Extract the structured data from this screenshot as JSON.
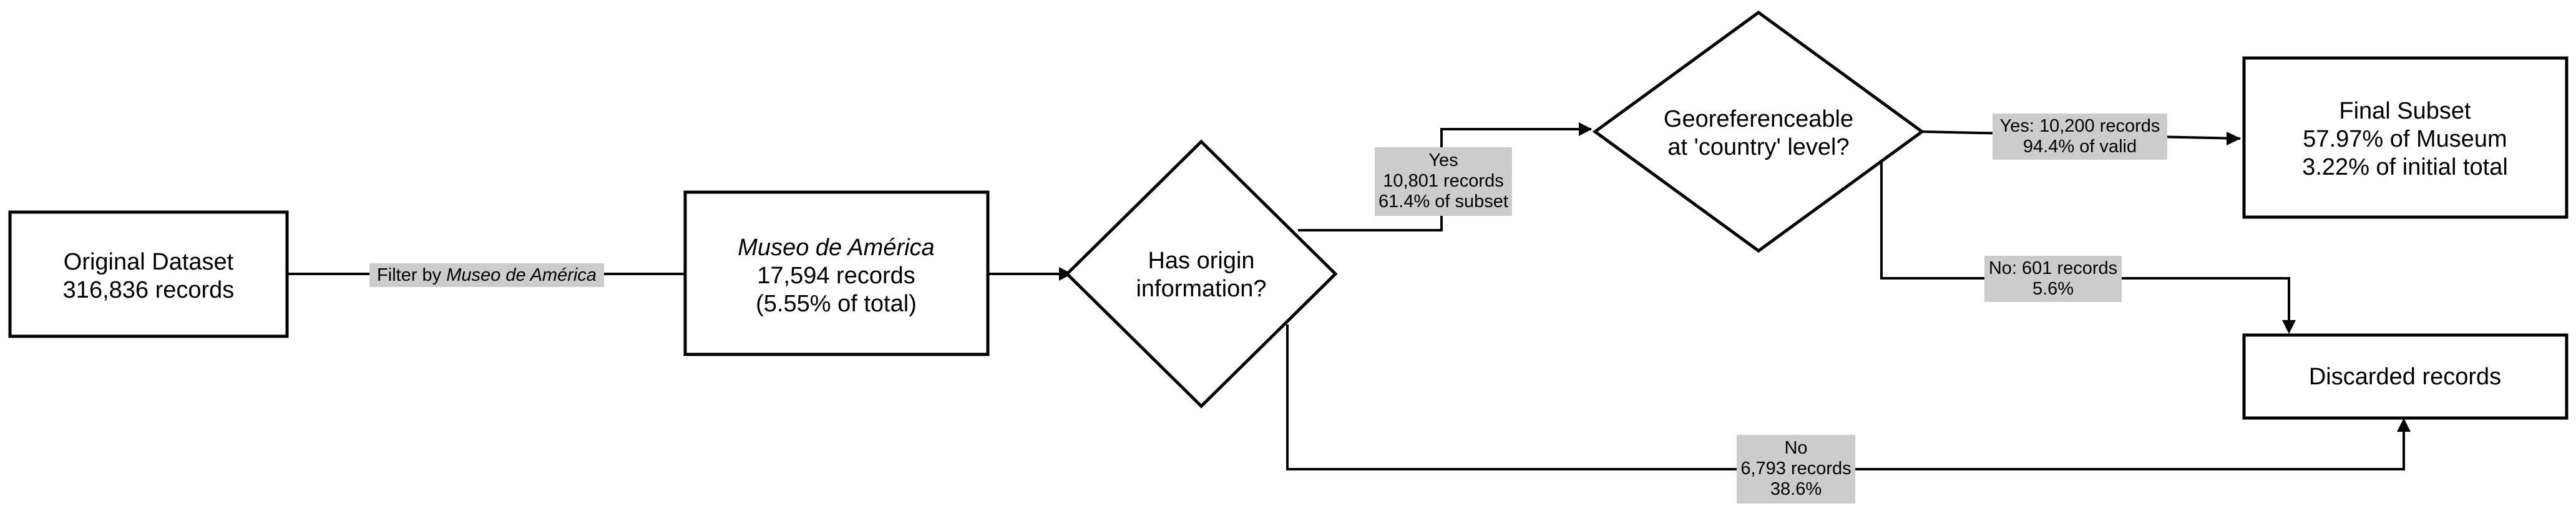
{
  "nodes": {
    "original": {
      "line1": "Original Dataset",
      "line2": "316,836 records"
    },
    "museo": {
      "line1": "Museo de América",
      "line2": "17,594 records",
      "line3": "(5.55% of total)"
    },
    "has_origin": {
      "line1": "Has origin",
      "line2": "information?"
    },
    "georef": {
      "line1": "Georeferenceable",
      "line2": "at 'country' level?"
    },
    "final": {
      "line1": "Final Subset",
      "line2": "57.97% of Museum",
      "line3": "3.22% of initial total"
    },
    "discarded": {
      "line1": "Discarded records"
    }
  },
  "edges": {
    "filter": {
      "prefix": "Filter by ",
      "italic": "Museo de América"
    },
    "origin_yes": {
      "line1": "Yes",
      "line2": "10,801 records",
      "line3": "61.4% of subset"
    },
    "origin_no": {
      "line1": "No",
      "line2": "6,793 records",
      "line3": "38.6%"
    },
    "georef_yes": {
      "line1": "Yes: 10,200 records",
      "line2": "94.4% of valid"
    },
    "georef_no": {
      "line1": "No: 601 records",
      "line2": "5.6%"
    }
  },
  "colors": {
    "label_background": "#cccccc",
    "stroke": "#000000",
    "fill": "#ffffff"
  }
}
